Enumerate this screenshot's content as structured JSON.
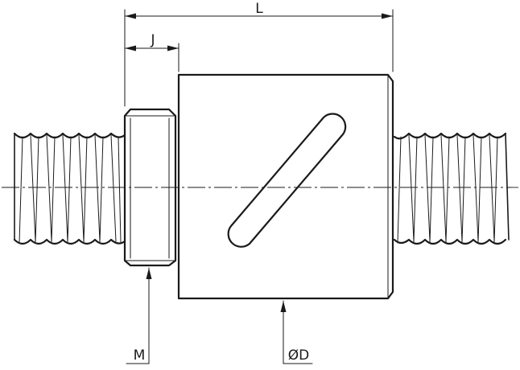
{
  "labels": {
    "length": "L",
    "flange_length": "J",
    "thread": "M",
    "diameter": "ØD"
  }
}
